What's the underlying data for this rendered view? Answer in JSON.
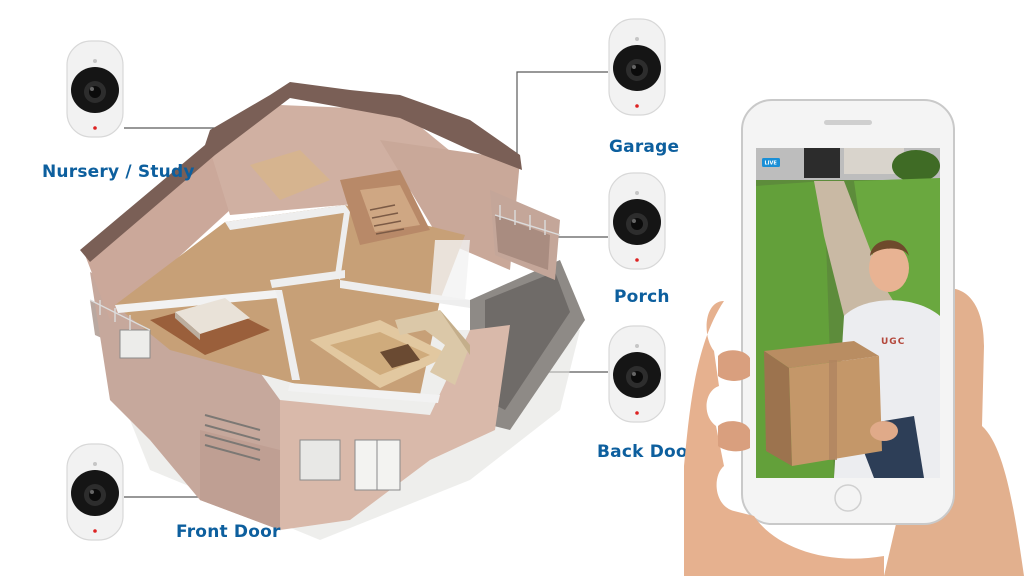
{
  "cameras": [
    {
      "id": "nursery",
      "label": "Nursery / Study",
      "icon": "security-camera-icon"
    },
    {
      "id": "garage",
      "label": "Garage",
      "icon": "security-camera-icon"
    },
    {
      "id": "porch",
      "label": "Porch",
      "icon": "security-camera-icon"
    },
    {
      "id": "back-door",
      "label": "Back Door",
      "icon": "security-camera-icon"
    },
    {
      "id": "front-door",
      "label": "Front Door",
      "icon": "security-camera-icon"
    }
  ],
  "phone": {
    "badge": "LIVE",
    "uniform_text": "UGC"
  },
  "colors": {
    "label": "#0d5f9e",
    "connector": "#5a5a5a",
    "camera_body": "#f2f2f2",
    "camera_lens": "#151515",
    "live_badge": "#1a8fd6"
  }
}
